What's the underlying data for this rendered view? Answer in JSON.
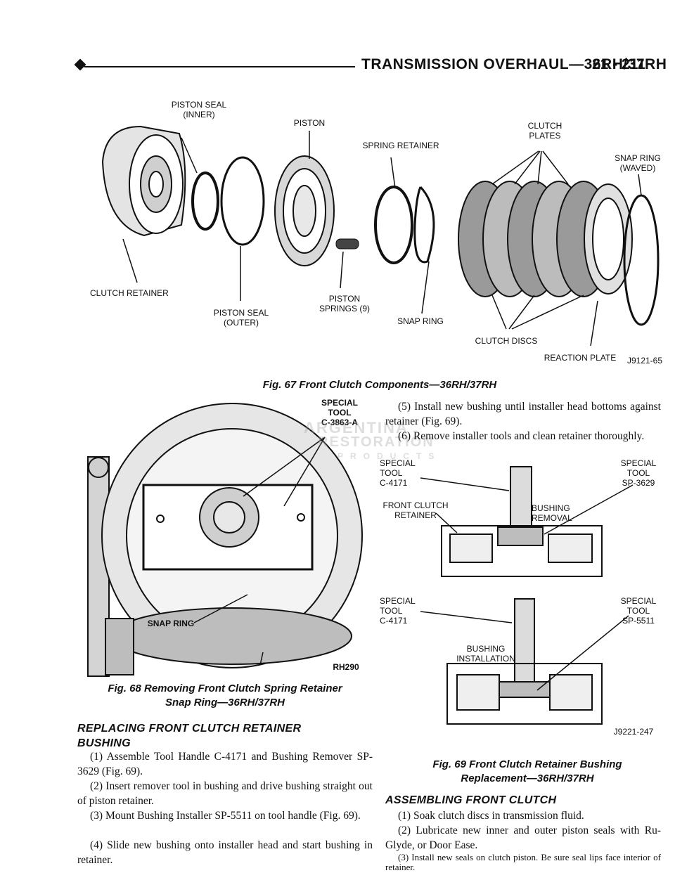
{
  "header": {
    "title": "TRANSMISSION OVERHAUL—36RH/37RH",
    "page": "21 - 211"
  },
  "fig67": {
    "labels": {
      "piston_seal_inner": "PISTON SEAL\n(INNER)",
      "piston": "PISTON",
      "spring_retainer": "SPRING RETAINER",
      "clutch_plates": "CLUTCH\nPLATES",
      "snap_ring_waved": "SNAP RING\n(WAVED)",
      "clutch_retainer": "CLUTCH RETAINER",
      "piston_seal_outer": "PISTON SEAL\n(OUTER)",
      "piston_springs": "PISTON\nSPRINGS (9)",
      "snap_ring": "SNAP RING",
      "clutch_discs": "CLUTCH DISCS",
      "reaction_plate": "REACTION PLATE",
      "code": "J9121-65"
    },
    "caption": "Fig. 67 Front Clutch Components—36RH/37RH"
  },
  "fig68": {
    "labels": {
      "special_tool": "SPECIAL\nTOOL\nC-3863-A",
      "snap_ring": "SNAP RING",
      "code": "RH290"
    },
    "caption": "Fig. 68 Removing Front Clutch Spring Retainer\nSnap Ring—36RH/37RH"
  },
  "fig69": {
    "labels": {
      "tool_c4171_top": "SPECIAL\nTOOL\nC-4171",
      "tool_sp3629": "SPECIAL\nTOOL\nSP-3629",
      "front_clutch_retainer": "FRONT CLUTCH\nRETAINER",
      "bushing_removal": "BUSHING\nREMOVAL",
      "tool_c4171_bottom": "SPECIAL\nTOOL\nC-4171",
      "tool_sp5511": "SPECIAL\nTOOL\nSP-5511",
      "bushing_installation": "BUSHING\nINSTALLATION",
      "code": "J9221-247"
    },
    "caption": "Fig. 69 Front Clutch Retainer Bushing\nReplacement—36RH/37RH"
  },
  "right_text": {
    "step5": "(5) Install new bushing until installer head bottoms against retainer (Fig. 69).",
    "step6": "(6) Remove installer tools and clean retainer thoroughly."
  },
  "section_replacing": {
    "title": "REPLACING FRONT CLUTCH RETAINER\nBUSHING",
    "steps": [
      "(1) Assemble Tool Handle C-4171 and Bushing Remover SP-3629 (Fig. 69).",
      "(2) Insert remover tool in bushing and drive bushing straight out of piston retainer.",
      "(3) Mount Bushing Installer SP-5511 on tool handle (Fig. 69).",
      "(4) Slide new bushing onto installer head and start bushing in retainer."
    ]
  },
  "section_assembling": {
    "title": "ASSEMBLING FRONT CLUTCH",
    "steps": [
      "(1) Soak clutch discs in transmission fluid.",
      "(2) Lubricate new inner and outer piston seals with Ru-Glyde, or Door Ease.",
      "(3) Install new seals on clutch piston. Be sure seal lips face interior of retainer."
    ]
  },
  "watermark": {
    "line1": "ARGENTINA",
    "line2": "RESTORATION",
    "line3": "PRODUCTS"
  },
  "colors": {
    "ink": "#111111",
    "shade": "#bdbdbd",
    "light_shade": "#dcdcdc"
  }
}
